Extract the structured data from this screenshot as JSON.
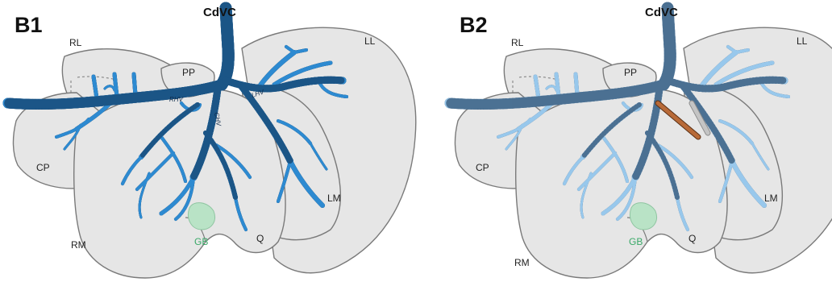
{
  "panels": [
    {
      "label": "B1",
      "vessel_title": "CdVC",
      "lobes": {
        "rl": "RL",
        "ll": "LL",
        "pp": "PP",
        "cp": "CP",
        "lm": "LM",
        "rm": "RM",
        "q": "Q"
      },
      "gallbladder": "GB",
      "veins": {
        "rhv": "RHV",
        "lhv": "LHV",
        "chv": "CHV"
      }
    },
    {
      "label": "B2",
      "vessel_title": "CdVC",
      "lobes": {
        "rl": "RL",
        "ll": "LL",
        "pp": "PP",
        "cp": "CP",
        "lm": "LM",
        "rm": "RM",
        "q": "Q"
      },
      "gallbladder": "GB"
    }
  ],
  "colors": {
    "liver_fill": "#e6e6e6",
    "liver_outline": "#7a7a7a",
    "vein_b1": "#2f8fd8",
    "vein_b2": "#9dcdf2",
    "vein_outline": "#1a3550",
    "gallbladder": "#b9e3c6",
    "gb_label": "#3aa968",
    "ligated_brown": "#b86a38",
    "ligated_grey": "#c4c4c4"
  }
}
